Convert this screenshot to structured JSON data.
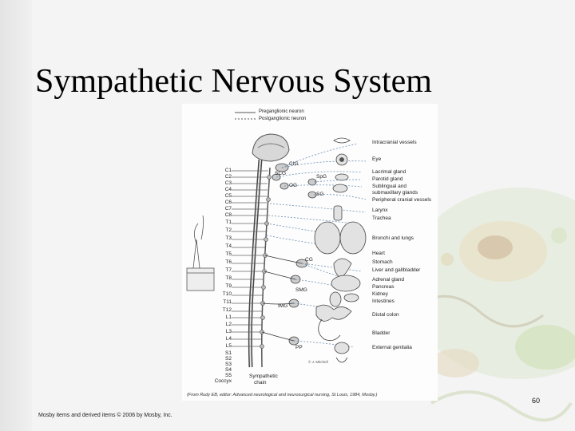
{
  "title": "Sympathetic Nervous System",
  "figure": {
    "legend": [
      "Preganglionic neuron",
      "Postganglionic neuron"
    ],
    "segments": [
      "C1",
      "C2",
      "C3",
      "C4",
      "C5",
      "C6",
      "C7",
      "C8",
      "T1",
      "T2",
      "T3",
      "T4",
      "T5",
      "T6",
      "T7",
      "T8",
      "T9",
      "T10",
      "T11",
      "T12",
      "L1",
      "L2",
      "L3",
      "L4",
      "L5",
      "S1",
      "S2",
      "S3",
      "S4",
      "S5",
      "Coccyx"
    ],
    "ganglia": [
      "CIG",
      "SCG",
      "SpG",
      "OG",
      "SG",
      "CG",
      "SMG",
      "IMG",
      "PP"
    ],
    "organs": [
      "Intracranial vessels",
      "Eye",
      "Lacrimal gland",
      "Parotid gland",
      "Sublingual and",
      "submaxillary glands",
      "Peripheral cranial vessels",
      "Larynx",
      "Trachea",
      "Bronchi and lungs",
      "Heart",
      "Stomach",
      "Liver and gallbladder",
      "Adrenal gland",
      "Pancreas",
      "Kidney",
      "Intestines",
      "Distal colon",
      "Bladder",
      "External genitalia"
    ],
    "chain_label": [
      "Sympathetic",
      "chain"
    ],
    "signature": "© J. Mitchell",
    "credit": "(From Rudy EB, editor: Advanced neurological and neurosurgical nursing, St Louis, 1984, Mosby.)"
  },
  "page_number": "60",
  "copyright": "Mosby items and derived items © 2006 by Mosby, Inc."
}
